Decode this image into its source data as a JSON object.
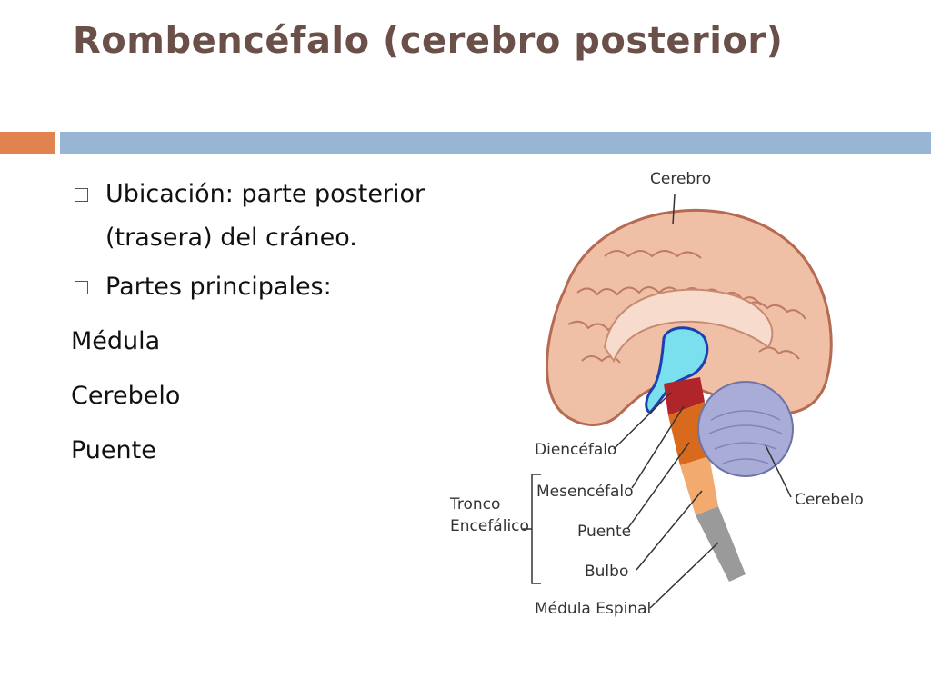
{
  "slide": {
    "title": "Rombencéfalo (cerebro posterior)",
    "accent_orange": "#e0834e",
    "accent_blue": "#98b5d4",
    "title_color": "#6a5048"
  },
  "content": {
    "bullets": [
      "Ubicación: parte posterior (trasera) del cráneo.",
      "Partes principales:"
    ],
    "items": [
      "Médula",
      "Cerebelo",
      "Puente"
    ]
  },
  "figure": {
    "labels": {
      "cerebro": "Cerebro",
      "diencefalo": "Diencéfalo",
      "tronco_1": "Tronco",
      "tronco_2": "Encefálico",
      "mesencefalo": "Mesencéfalo",
      "puente": "Puente",
      "bulbo": "Bulbo",
      "medula": "Médula Espinal",
      "cerebelo": "Cerebelo"
    }
  }
}
